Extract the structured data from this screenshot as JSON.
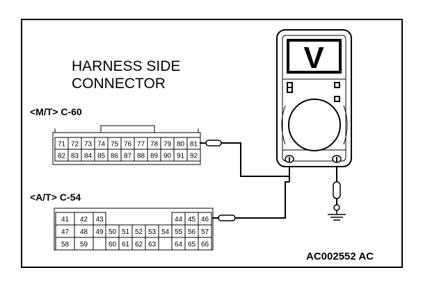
{
  "title_line1": "HARNESS SIDE",
  "title_line2": "CONNECTOR",
  "mt_connector": {
    "label": "<M/T> C-60",
    "row1": [
      "71",
      "72",
      "73",
      "74",
      "75",
      "76",
      "77",
      "78",
      "79",
      "80",
      "81"
    ],
    "row2": [
      "82",
      "83",
      "84",
      "85",
      "86",
      "87",
      "88",
      "89",
      "90",
      "91",
      "92"
    ]
  },
  "at_connector": {
    "label": "<A/T> C-54",
    "row1": [
      "41",
      "42",
      "43",
      "",
      "",
      "",
      "",
      "",
      "44",
      "45",
      "46"
    ],
    "row2": [
      "47",
      "48",
      "49",
      "50",
      "51",
      "52",
      "53",
      "54",
      "55",
      "56",
      "57"
    ],
    "row3": [
      "58",
      "59",
      "",
      "60",
      "61",
      "62",
      "63",
      "",
      "64",
      "65",
      "66"
    ]
  },
  "meter": {
    "display_symbol": "V"
  },
  "figure_code": "AC002552 AC"
}
